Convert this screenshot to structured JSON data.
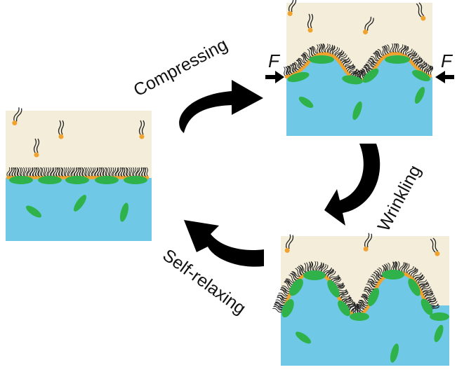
{
  "labels": {
    "compressing": "Compressing",
    "wrinkling": "Wrinkling",
    "self_relaxing": "Self-relaxing",
    "force_left": "F",
    "force_right": "F"
  },
  "colors": {
    "air": "#f3edd9",
    "water": "#6fc9e6",
    "protein": "#2fb24a",
    "lipid_head": "#f0a22e",
    "lipid_tail": "#222222",
    "arrow": "#000000"
  },
  "panels": [
    {
      "name": "flat-monolayer-panel",
      "state": "flat"
    },
    {
      "name": "compressed-panel",
      "state": "compressed"
    },
    {
      "name": "wrinkled-panel",
      "state": "wrinkled"
    }
  ]
}
